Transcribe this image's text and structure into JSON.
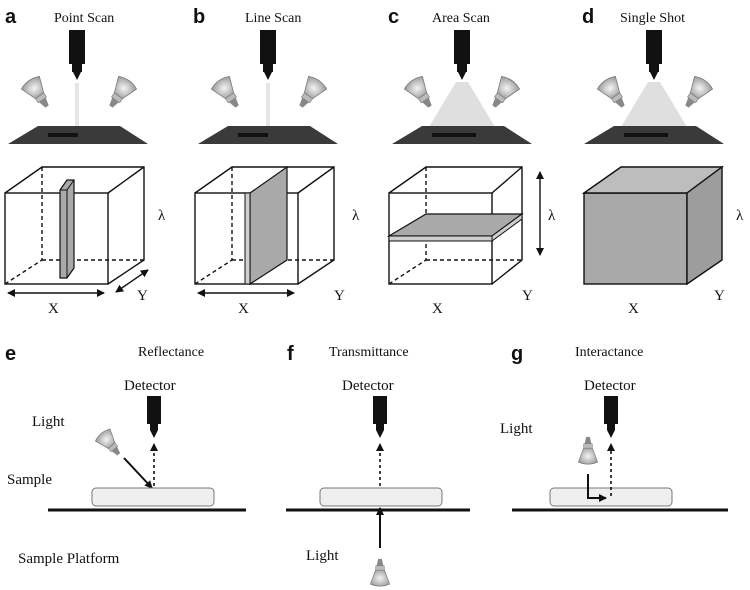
{
  "panels": {
    "a": {
      "letter": "a",
      "title": "Point Scan",
      "x": "X",
      "y": "Y",
      "lambda": "λ"
    },
    "b": {
      "letter": "b",
      "title": "Line Scan",
      "x": "X",
      "y": "Y",
      "lambda": "λ"
    },
    "c": {
      "letter": "c",
      "title": "Area Scan",
      "x": "X",
      "y": "Y",
      "lambda": "λ"
    },
    "d": {
      "letter": "d",
      "title": "Single Shot",
      "x": "X",
      "y": "Y",
      "lambda": "λ"
    },
    "e": {
      "letter": "e",
      "title": "Reflectance",
      "detector": "Detector",
      "light": "Light",
      "sample": "Sample",
      "platform": "Sample Platform"
    },
    "f": {
      "letter": "f",
      "title": "Transmittance",
      "detector": "Detector",
      "light": "Light"
    },
    "g": {
      "letter": "g",
      "title": "Interactance",
      "detector": "Detector",
      "light": "Light"
    }
  },
  "colors": {
    "line": "#111111",
    "face": "#a9a9a9",
    "beam": "#dcdcdc",
    "stage": "#3a3a3a",
    "lamp": "#cfcfcf"
  }
}
